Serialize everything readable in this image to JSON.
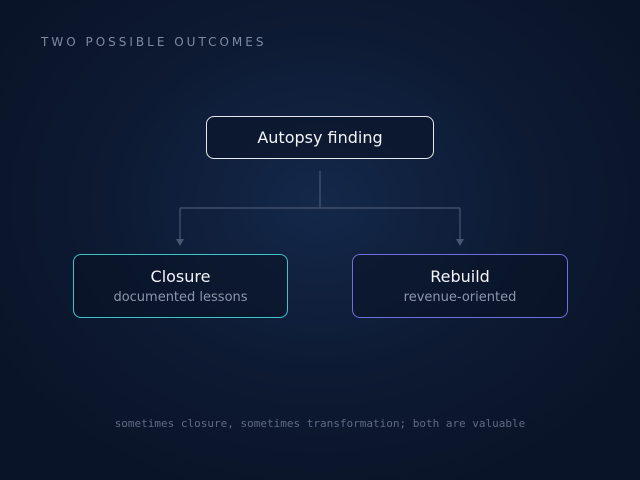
{
  "kicker": "TWO POSSIBLE OUTCOMES",
  "root": {
    "label": "Autopsy finding"
  },
  "outcomes": [
    {
      "title": "Closure",
      "subtitle": "documented lessons",
      "color": "#3fc4c9"
    },
    {
      "title": "Rebuild",
      "subtitle": "revenue-oriented",
      "color": "#6f6fe0"
    }
  ],
  "footnote": "sometimes closure, sometimes transformation; both are valuable",
  "colors": {
    "background": "#0d1a33",
    "connector": "#4a5670",
    "root_border": "#e6e9f0"
  }
}
